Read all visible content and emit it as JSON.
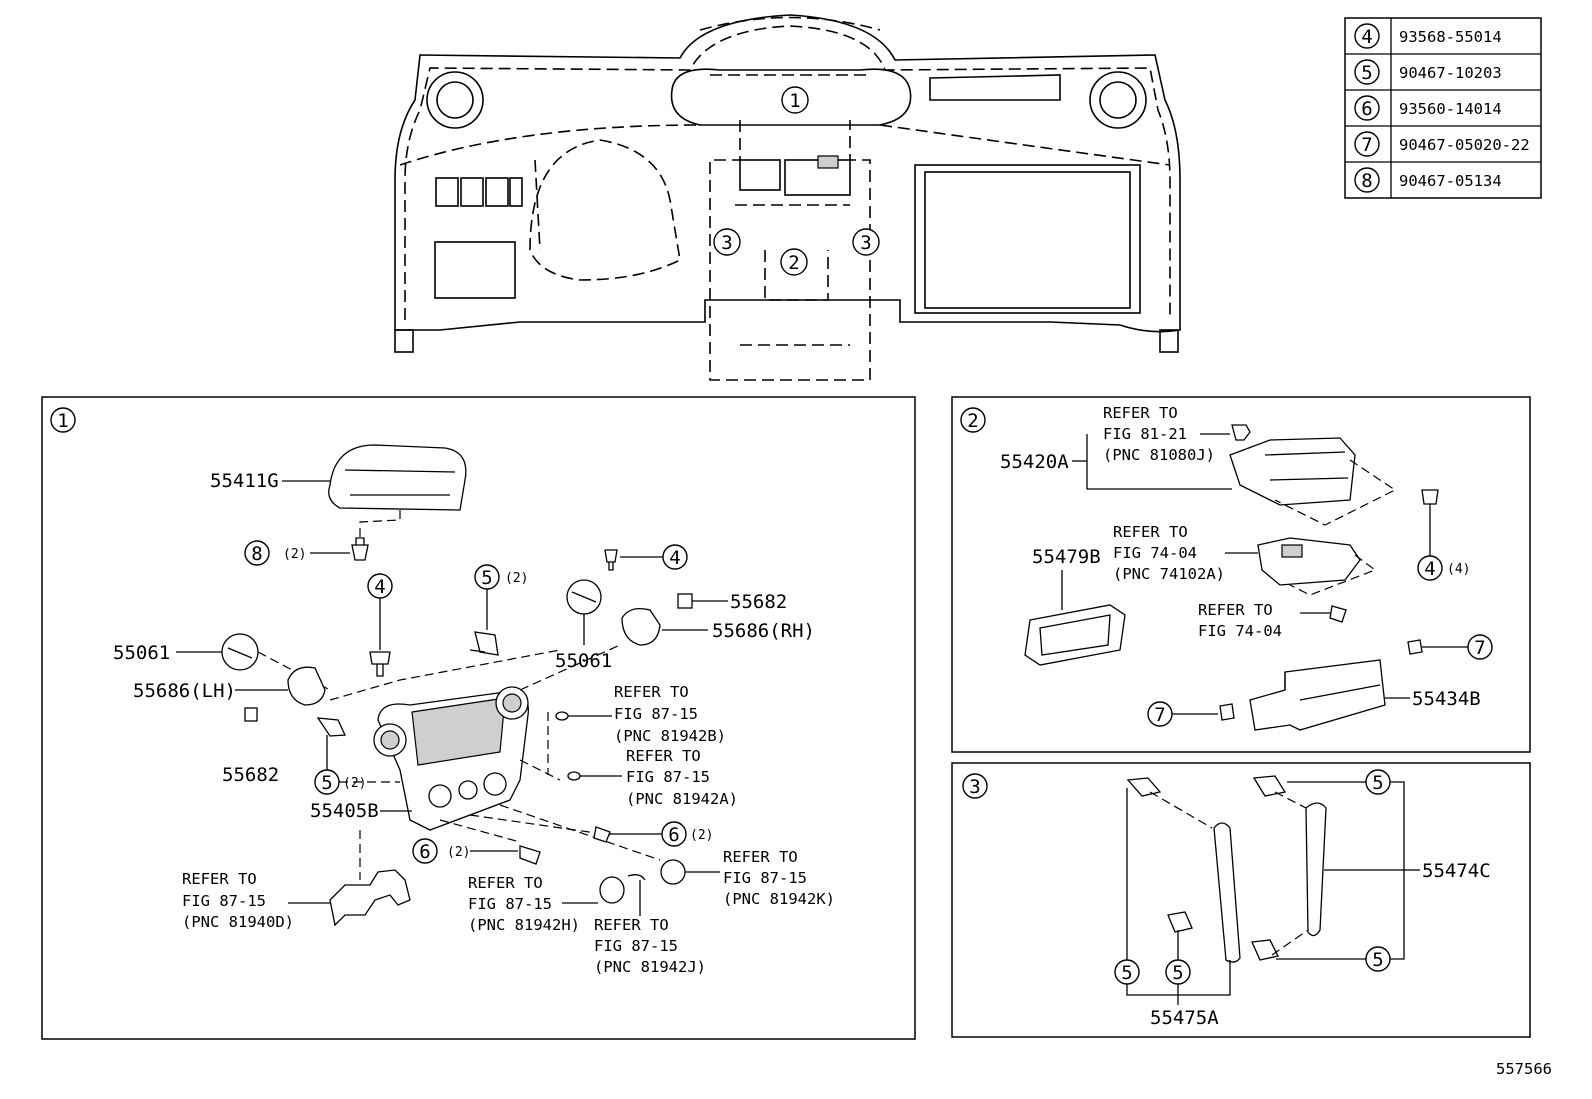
{
  "legend": {
    "rows": [
      {
        "num": "4",
        "part": "93568-55014"
      },
      {
        "num": "5",
        "part": "90467-10203"
      },
      {
        "num": "6",
        "part": "93560-14014"
      },
      {
        "num": "7",
        "part": "90467-05020-22"
      },
      {
        "num": "8",
        "part": "90467-05134"
      }
    ]
  },
  "overview": {
    "callouts": [
      "1",
      "2",
      "3",
      "3"
    ]
  },
  "panel1": {
    "num": "1",
    "parts": {
      "p55411G": "55411G",
      "p55682a": "55682",
      "p55686rh": "55686(RH)",
      "p55061a": "55061",
      "p55061b": "55061",
      "p55686lh": "55686(LH)",
      "p55682b": "55682",
      "p55405B": "55405B"
    },
    "qty": {
      "q8": "(2)",
      "q5a": "(2)",
      "q5b": "(2)",
      "q6a": "(2)",
      "q6b": "(2)"
    },
    "callouts": {
      "c8": "8",
      "c4a": "4",
      "c4b": "4",
      "c5a": "5",
      "c5b": "5",
      "c6a": "6",
      "c6b": "6"
    },
    "refs": {
      "r1": [
        "REFER TO",
        "FIG 87-15",
        "(PNC 81942B)"
      ],
      "r2": [
        "REFER TO",
        "FIG 87-15",
        "(PNC 81942A)"
      ],
      "r3": [
        "REFER TO",
        "FIG 87-15",
        "(PNC 81942K)"
      ],
      "r4": [
        "REFER TO",
        "FIG 87-15",
        "(PNC 81942H)"
      ],
      "r5": [
        "REFER TO",
        "FIG 87-15",
        "(PNC 81942J)"
      ],
      "r6": [
        "REFER TO",
        "FIG 87-15",
        "(PNC 81940D)"
      ]
    }
  },
  "panel2": {
    "num": "2",
    "parts": {
      "p55420A": "55420A",
      "p55479B": "55479B",
      "p55434B": "55434B"
    },
    "qty": {
      "q4": "(4)"
    },
    "callouts": {
      "c4": "4",
      "c7a": "7",
      "c7b": "7"
    },
    "refs": {
      "r1": [
        "REFER TO",
        "FIG 81-21",
        "(PNC 81080J)"
      ],
      "r2": [
        "REFER TO",
        "FIG 74-04",
        "(PNC 74102A)"
      ],
      "r3": [
        "REFER TO",
        "FIG 74-04"
      ]
    }
  },
  "panel3": {
    "num": "3",
    "parts": {
      "p55474C": "55474C",
      "p55475A": "55475A"
    },
    "callouts": {
      "c5a": "5",
      "c5b": "5",
      "c5c": "5",
      "c5d": "5"
    }
  },
  "footer": {
    "id": "557566"
  }
}
